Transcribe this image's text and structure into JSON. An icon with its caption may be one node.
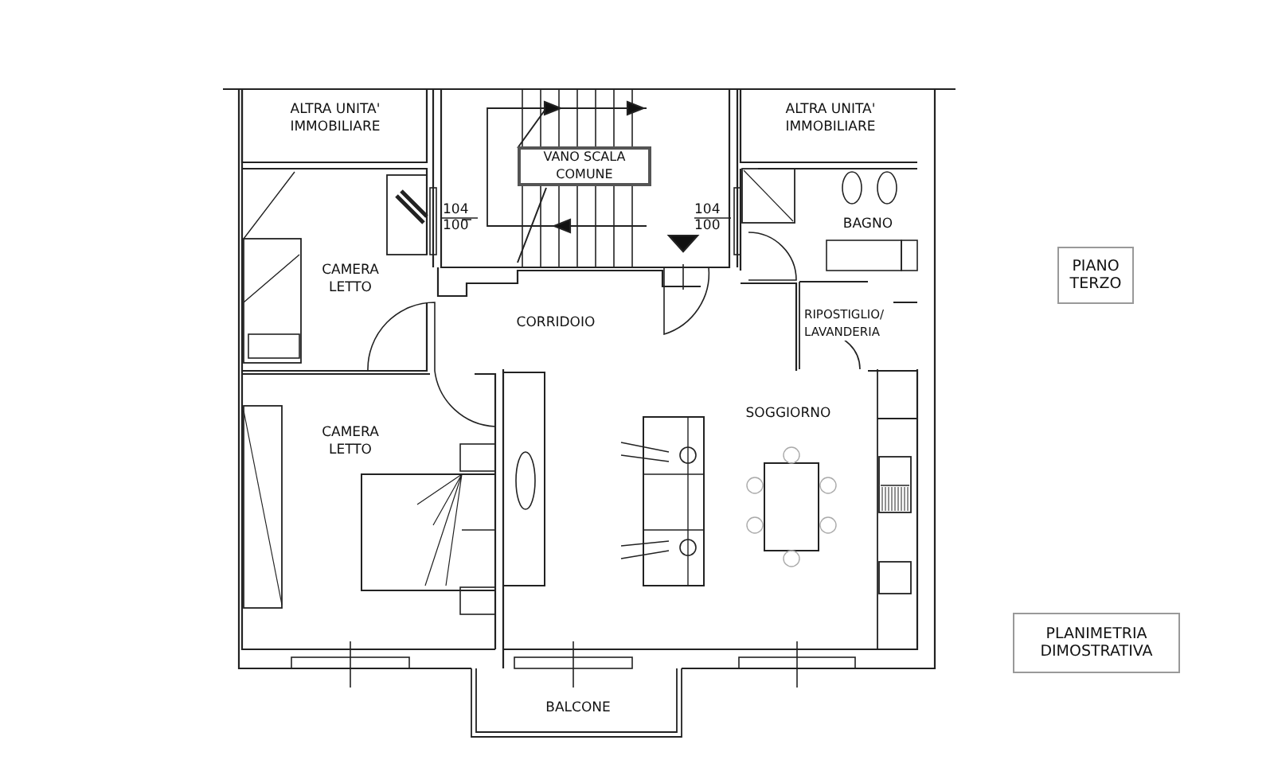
{
  "diagram": {
    "nodes": [
      {
        "text": [
          "VANO SCALA COMUNE"
        ]
      },
      {
        "text": [
          "PIANO TERZO"
        ]
      },
      {
        "text": [
          "PLANIMETRIA DIMOSTRATIVA"
        ]
      }
    ],
    "labels": [
      "ALTRA UNITA' IMMOBILIARE",
      "ALTRA UNITA' IMMOBILIARE",
      "104",
      "100",
      "104",
      "100",
      "CAMERA LETTO",
      "BAGNO",
      "CORRIDOIO",
      "RIPOSTIGLIO/ LAVANDERIA",
      "CAMERA LETTO",
      "SOGGIORNO",
      "BALCONE"
    ]
  }
}
